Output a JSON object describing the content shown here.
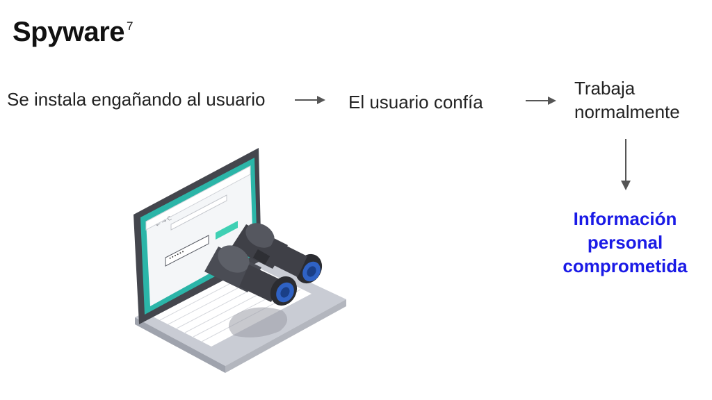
{
  "title": {
    "text": "Spyware",
    "footnote": "7"
  },
  "flow": {
    "step1": "Se instala engañando al usuario",
    "step2": "El usuario confía",
    "step3_line1": "Trabaja",
    "step3_line2": "normalmente",
    "result_line1": "Información",
    "result_line2": "personal",
    "result_line3": "comprometida"
  },
  "illustration": {
    "subject": "laptop-with-binoculars",
    "screen_password_mask": "••••••"
  },
  "colors": {
    "result_text": "#1a1ae6",
    "arrow": "#555555",
    "screen_frame": "#2bb5a8",
    "laptop_body": "#c9ccd4",
    "binocular_body": "#3f4047",
    "lens": "#2f62c4",
    "login_button": "#3fd0b4"
  }
}
